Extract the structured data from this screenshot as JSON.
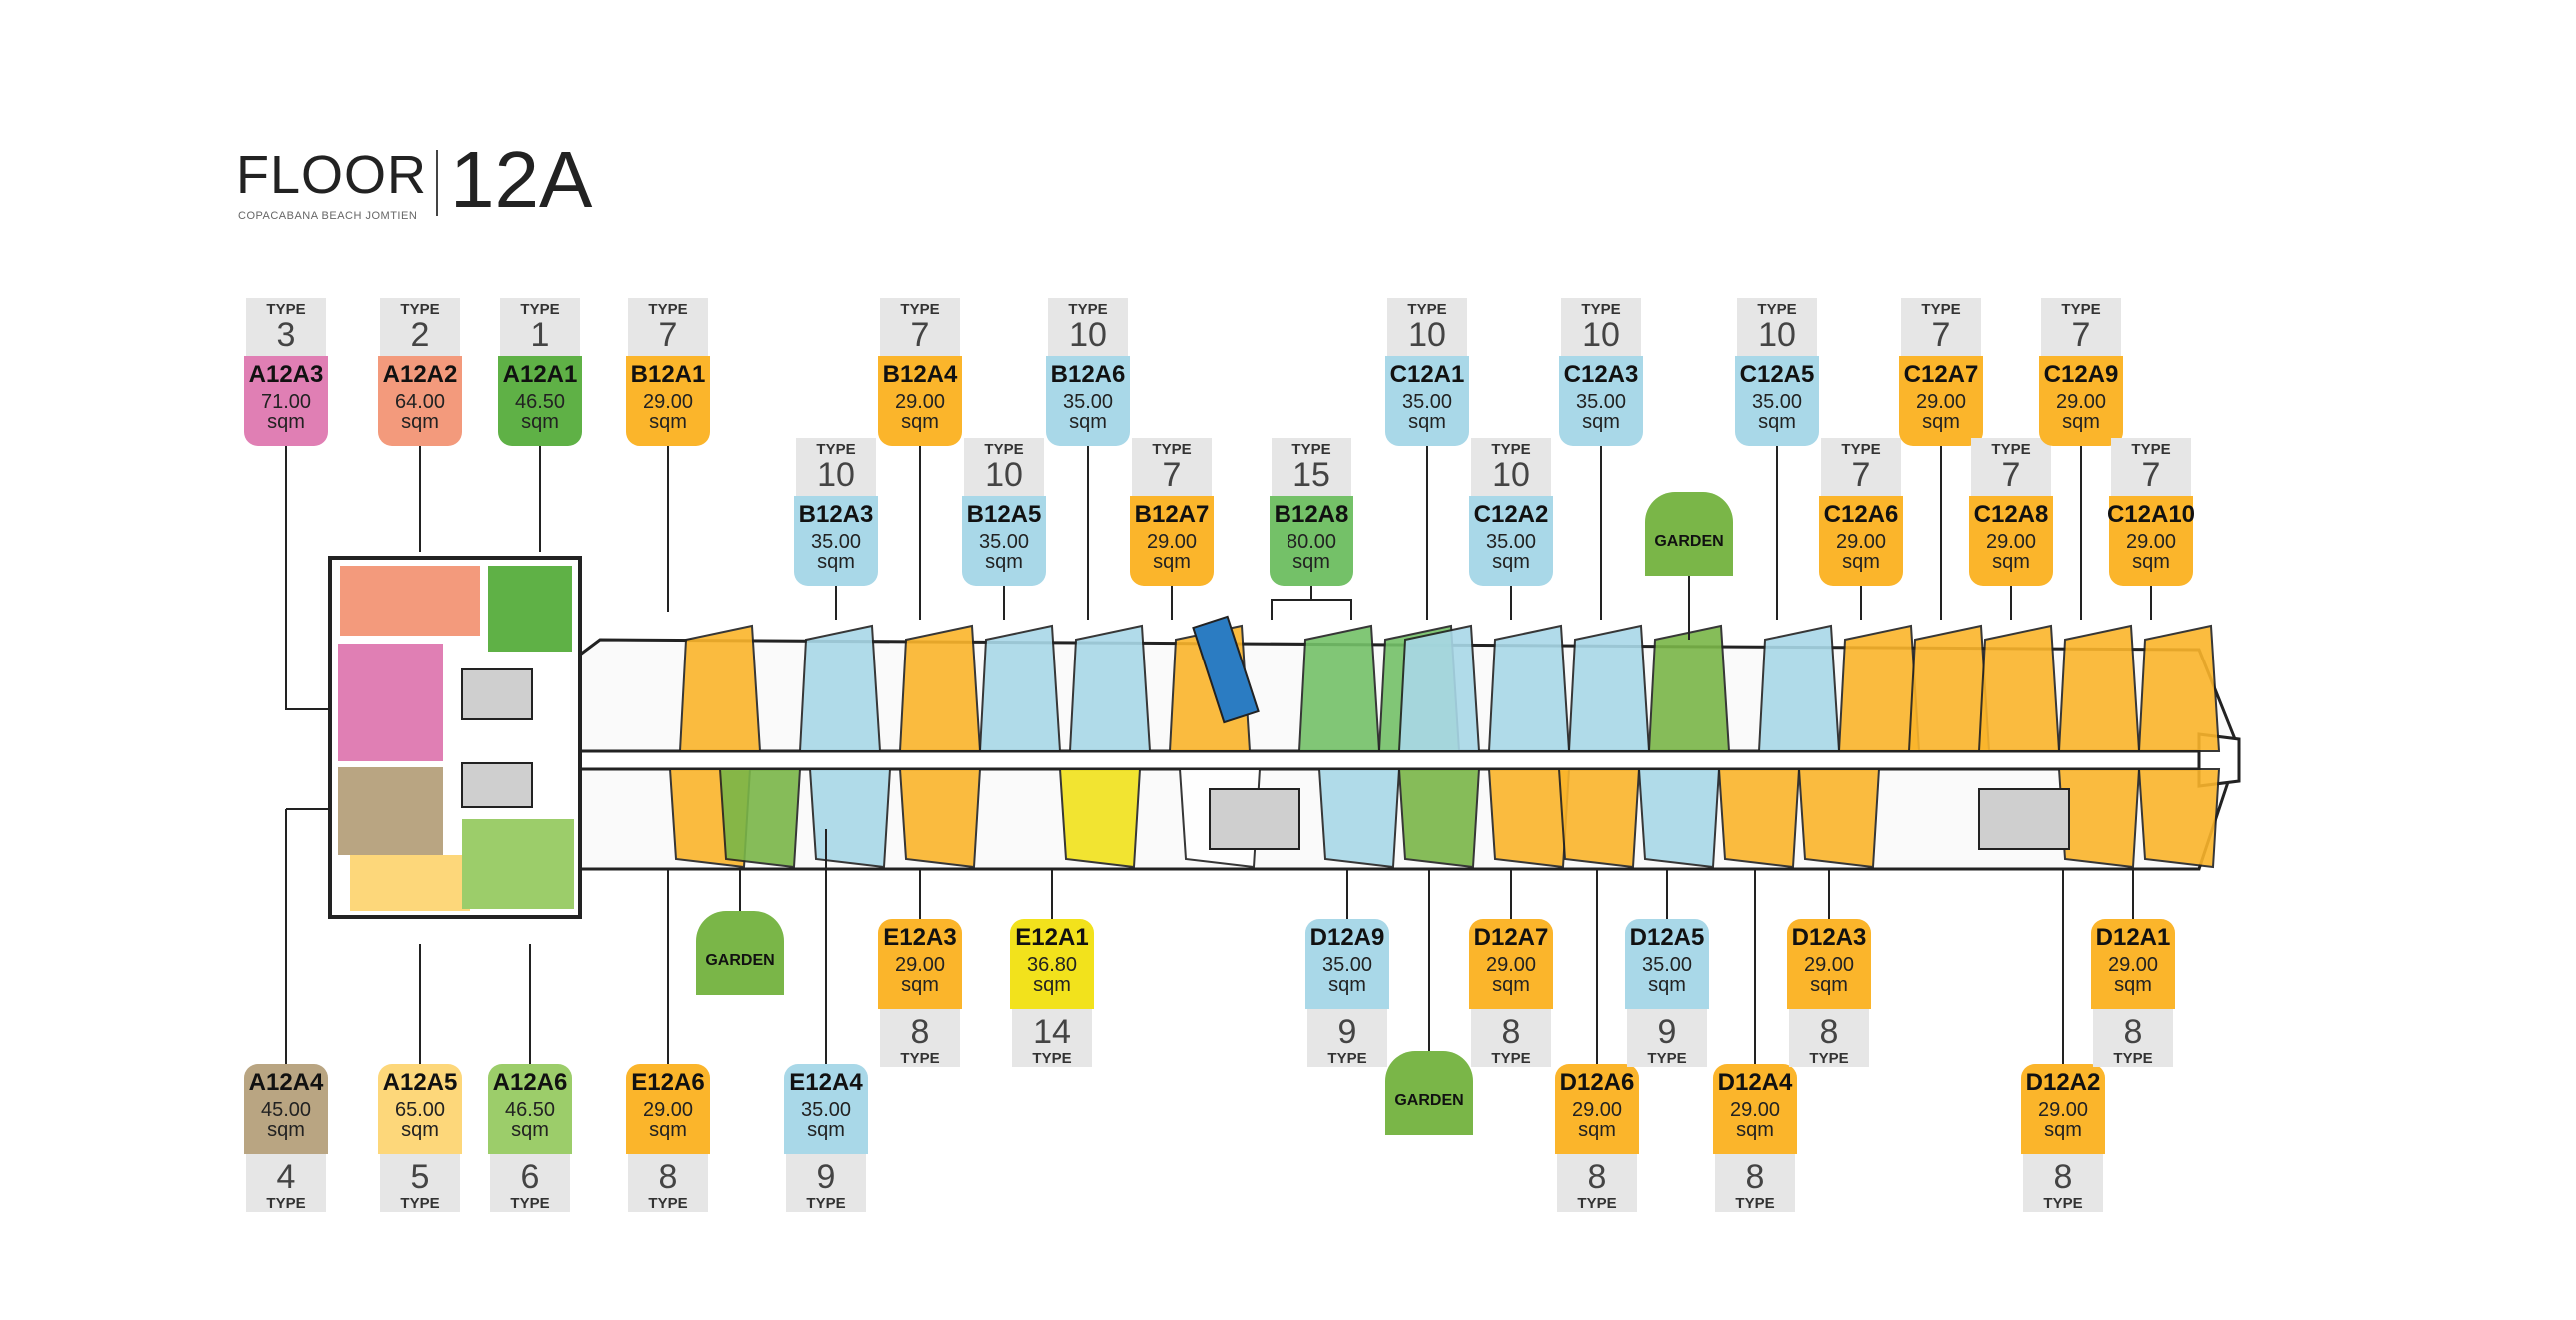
{
  "header": {
    "floor_word": "FLOOR",
    "floor_number": "12A",
    "subtitle": "COPACABANA BEACH JOMTIEN"
  },
  "type_word": "TYPE",
  "sqm_word": "sqm",
  "colors": {
    "pink": "#e07fb4",
    "salmon": "#f39a7c",
    "green": "#5fb146",
    "orange": "#fbb52b",
    "blue": "#a9d8e8",
    "bgreen": "#74c168",
    "tan": "#b9a582",
    "lyellow": "#fdd77a",
    "lgreen": "#9ccd6a",
    "yellow": "#f2e21c",
    "garden": "#7ab648",
    "gray": "#e6e6e6"
  },
  "units_top": [
    {
      "id": "A12A3",
      "area": "71.00",
      "type": "3",
      "color": "pink"
    },
    {
      "id": "A12A2",
      "area": "64.00",
      "type": "2",
      "color": "salmon"
    },
    {
      "id": "A12A1",
      "area": "46.50",
      "type": "1",
      "color": "green"
    },
    {
      "id": "B12A1",
      "area": "29.00",
      "type": "7",
      "color": "orange"
    },
    {
      "id": "B12A3",
      "area": "35.00",
      "type": "10",
      "color": "blue"
    },
    {
      "id": "B12A4",
      "area": "29.00",
      "type": "7",
      "color": "orange"
    },
    {
      "id": "B12A5",
      "area": "35.00",
      "type": "10",
      "color": "blue"
    },
    {
      "id": "B12A6",
      "area": "35.00",
      "type": "10",
      "color": "blue"
    },
    {
      "id": "B12A7",
      "area": "29.00",
      "type": "7",
      "color": "orange"
    },
    {
      "id": "B12A8",
      "area": "80.00",
      "type": "15",
      "color": "bgreen"
    },
    {
      "id": "C12A1",
      "area": "35.00",
      "type": "10",
      "color": "blue"
    },
    {
      "id": "C12A2",
      "area": "35.00",
      "type": "10",
      "color": "blue"
    },
    {
      "id": "C12A3",
      "area": "35.00",
      "type": "10",
      "color": "blue"
    },
    {
      "id": "C12A5",
      "area": "35.00",
      "type": "10",
      "color": "blue"
    },
    {
      "id": "C12A6",
      "area": "29.00",
      "type": "7",
      "color": "orange"
    },
    {
      "id": "C12A7",
      "area": "29.00",
      "type": "7",
      "color": "orange"
    },
    {
      "id": "C12A8",
      "area": "29.00",
      "type": "7",
      "color": "orange"
    },
    {
      "id": "C12A9",
      "area": "29.00",
      "type": "7",
      "color": "orange"
    },
    {
      "id": "C12A10",
      "area": "29.00",
      "type": "7",
      "color": "orange"
    }
  ],
  "units_bottom": [
    {
      "id": "A12A4",
      "area": "45.00",
      "type": "4",
      "color": "tan"
    },
    {
      "id": "A12A5",
      "area": "65.00",
      "type": "5",
      "color": "lyellow"
    },
    {
      "id": "A12A6",
      "area": "46.50",
      "type": "6",
      "color": "lgreen"
    },
    {
      "id": "E12A6",
      "area": "29.00",
      "type": "8",
      "color": "orange"
    },
    {
      "id": "E12A4",
      "area": "35.00",
      "type": "9",
      "color": "blue"
    },
    {
      "id": "E12A3",
      "area": "29.00",
      "type": "8",
      "color": "orange"
    },
    {
      "id": "E12A1",
      "area": "36.80",
      "type": "14",
      "color": "yellow"
    },
    {
      "id": "D12A9",
      "area": "35.00",
      "type": "9",
      "color": "blue"
    },
    {
      "id": "D12A7",
      "area": "29.00",
      "type": "8",
      "color": "orange"
    },
    {
      "id": "D12A6",
      "area": "29.00",
      "type": "8",
      "color": "orange"
    },
    {
      "id": "D12A5",
      "area": "35.00",
      "type": "9",
      "color": "blue"
    },
    {
      "id": "D12A4",
      "area": "29.00",
      "type": "8",
      "color": "orange"
    },
    {
      "id": "D12A3",
      "area": "29.00",
      "type": "8",
      "color": "orange"
    },
    {
      "id": "D12A2",
      "area": "29.00",
      "type": "8",
      "color": "orange"
    },
    {
      "id": "D12A1",
      "area": "29.00",
      "type": "8",
      "color": "orange"
    }
  ],
  "gardens": [
    {
      "label": "GARDEN"
    },
    {
      "label": "GARDEN"
    },
    {
      "label": "GARDEN"
    }
  ]
}
